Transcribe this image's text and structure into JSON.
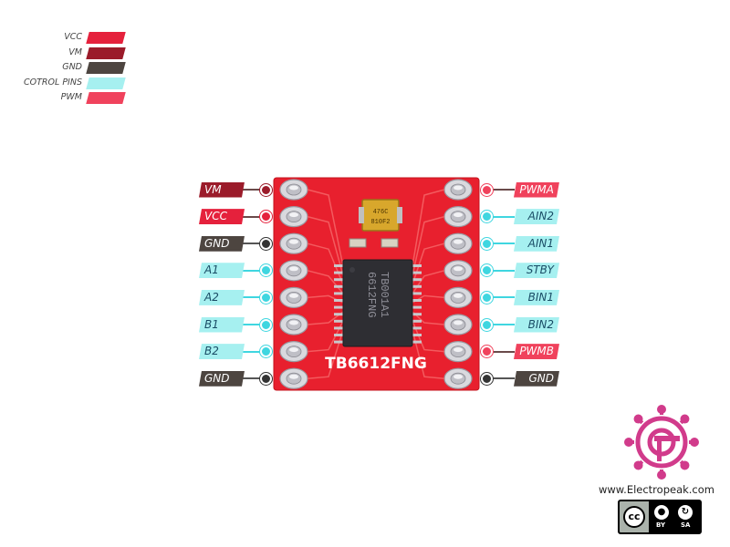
{
  "legend": [
    {
      "label": "VCC",
      "color": "#e5213c"
    },
    {
      "label": "VM",
      "color": "#9b1b2a"
    },
    {
      "label": "GND",
      "color": "#4d4540"
    },
    {
      "label": "COTROL PINS",
      "color": "#a6f0f0"
    },
    {
      "label": "PWM",
      "color": "#f0425c"
    }
  ],
  "board": {
    "chip_text": "TB6612FNG",
    "ic_marking_line1": "TB001A1",
    "ic_marking_line2": "6612FNG",
    "capacitor_line1": "476C",
    "capacitor_line2": "810F2",
    "color": "#e8202e"
  },
  "pins_left": [
    {
      "label": "VM",
      "type": "VM"
    },
    {
      "label": "VCC",
      "type": "VCC"
    },
    {
      "label": "GND",
      "type": "GND"
    },
    {
      "label": "A1",
      "type": "CONTROL"
    },
    {
      "label": "A2",
      "type": "CONTROL"
    },
    {
      "label": "B1",
      "type": "CONTROL"
    },
    {
      "label": "B2",
      "type": "CONTROL"
    },
    {
      "label": "GND",
      "type": "GND"
    }
  ],
  "pins_right": [
    {
      "label": "PWMA",
      "type": "PWM"
    },
    {
      "label": "AIN2",
      "type": "CONTROL"
    },
    {
      "label": "AIN1",
      "type": "CONTROL"
    },
    {
      "label": "STBY",
      "type": "CONTROL"
    },
    {
      "label": "BIN1",
      "type": "CONTROL"
    },
    {
      "label": "BIN2",
      "type": "CONTROL"
    },
    {
      "label": "PWMB",
      "type": "PWM"
    },
    {
      "label": "GND",
      "type": "GND"
    }
  ],
  "pin_colors": {
    "VM": {
      "bg": "#9b1b2a",
      "fg": "#ffffff",
      "dot": "#9b1b2a",
      "wire": "#6a4a4a"
    },
    "VCC": {
      "bg": "#e5213c",
      "fg": "#ffffff",
      "dot": "#e5213c",
      "wire": "#6a4a4a"
    },
    "GND": {
      "bg": "#4d4540",
      "fg": "#ffffff",
      "dot": "#333333",
      "wire": "#555555"
    },
    "CONTROL": {
      "bg": "#a6f0f0",
      "fg": "#1a4d66",
      "dot": "#3fd6e0",
      "wire": "#3fd6e0"
    },
    "PWM": {
      "bg": "#f0425c",
      "fg": "#ffffff",
      "dot": "#f0425c",
      "wire": "#6a4a4a"
    }
  },
  "logo": {
    "url": "www.Electropeak.com",
    "color": "#d13b8b",
    "cc_text": "cc",
    "by_text": "BY",
    "sa_text": "SA"
  }
}
